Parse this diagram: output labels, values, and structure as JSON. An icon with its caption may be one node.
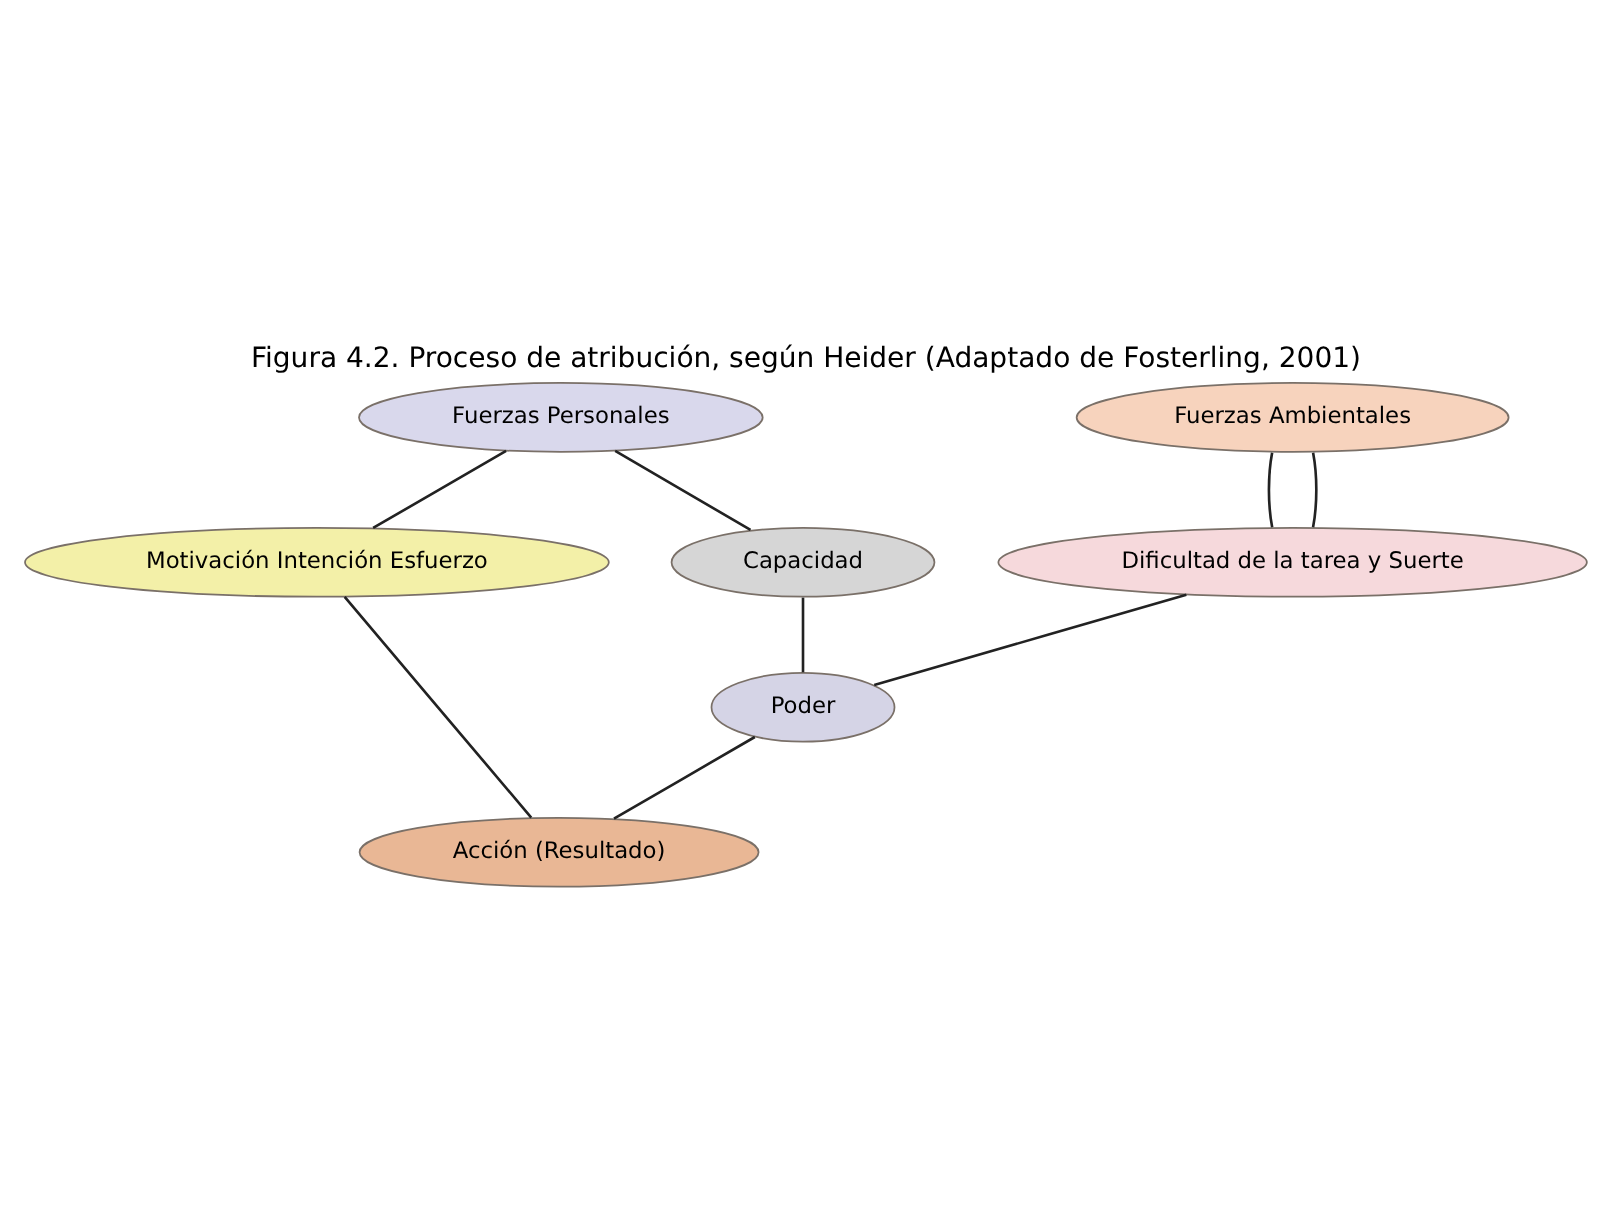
{
  "diagram": {
    "title": "Figura 4.2. Proceso de atribución, según Heider (Adaptado de Fosterling, 2001)",
    "nodes": [
      {
        "text": [
          "Fuerzas Personales"
        ]
      },
      {
        "text": [
          "Fuerzas Ambientales"
        ]
      },
      {
        "text": [
          "Motivación Intención Esfuerzo"
        ]
      },
      {
        "text": [
          "Capacidad"
        ]
      },
      {
        "text": [
          "Dificultad de la tarea y Suerte"
        ]
      },
      {
        "text": [
          "Poder"
        ]
      },
      {
        "text": [
          "Acción (Resultado)"
        ]
      }
    ],
    "edges": [
      {
        "from": 0,
        "to": 2,
        "arrow": "none"
      },
      {
        "from": 0,
        "to": 3,
        "arrow": "none"
      },
      {
        "from": 1,
        "to": 4,
        "arrow": "none"
      },
      {
        "from": 1,
        "to": 4,
        "arrow": "none"
      },
      {
        "from": 3,
        "to": 5,
        "arrow": "none"
      },
      {
        "from": 4,
        "to": 5,
        "arrow": "none"
      },
      {
        "from": 2,
        "to": 6,
        "arrow": "none"
      },
      {
        "from": 5,
        "to": 6,
        "arrow": "none"
      }
    ]
  }
}
